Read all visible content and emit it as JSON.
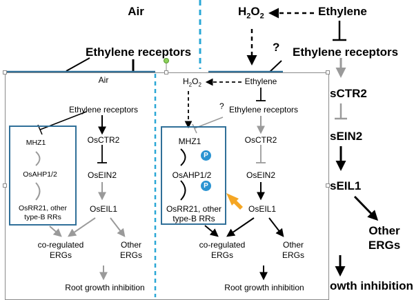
{
  "background": {
    "left_title": "Air",
    "h2o2": "H",
    "h2o2_sub1": "2",
    "h2o2_mid": "O",
    "h2o2_sub2": "2",
    "ethylene": "Ethylene",
    "receptors_left": "Ethylene receptors",
    "question": "?",
    "receptors_right": "Ethylene receptors",
    "ctr2": "sCTR2",
    "ein2": "sEIN2",
    "eil1": "sEIL1",
    "other": "Other",
    "ergs": "ERGs",
    "inhibition": "owth inhibition"
  },
  "air_panel": {
    "title": "Air",
    "receptors": "Ethylene receptors",
    "mhz1": "MHZ1",
    "ahp": "OsAHP1/2",
    "rr21_line1": "OsRR21, other",
    "rr21_line2": "type-B RRs",
    "ctr2": "OsCTR2",
    "ein2": "OsEIN2",
    "eil1": "OsEIL1",
    "coreg_line1": "co-regulated",
    "coreg_line2": "ERGs",
    "other_line1": "Other",
    "other_line2": "ERGs",
    "inhibition": "Root growth inhibition"
  },
  "ethylene_panel": {
    "h2o2": "H",
    "h2o2_sub1": "2",
    "h2o2_mid": "O",
    "h2o2_sub2": "2",
    "ethylene": "Ethylene",
    "question": "?",
    "receptors": "Ethylene receptors",
    "mhz1": "MHZ1",
    "ahp": "OsAHP1/2",
    "rr21_line1": "OsRR21, other",
    "rr21_line2": "type-B RRs",
    "phospho": "P",
    "ctr2": "OsCTR2",
    "ein2": "OsEIN2",
    "eil1": "OsEIL1",
    "coreg_line1": "co-regulated",
    "coreg_line2": "ERGs",
    "other_line1": "Other",
    "other_line2": "ERGs",
    "inhibition": "Root growth inhibition"
  },
  "colors": {
    "dashed_divider": "#2aa7d6",
    "box_border": "#2f6f98",
    "phospho_badge": "#2a93d1",
    "highlight_arrow": "#f5a623",
    "gray_arrow": "#9a9a9a"
  }
}
